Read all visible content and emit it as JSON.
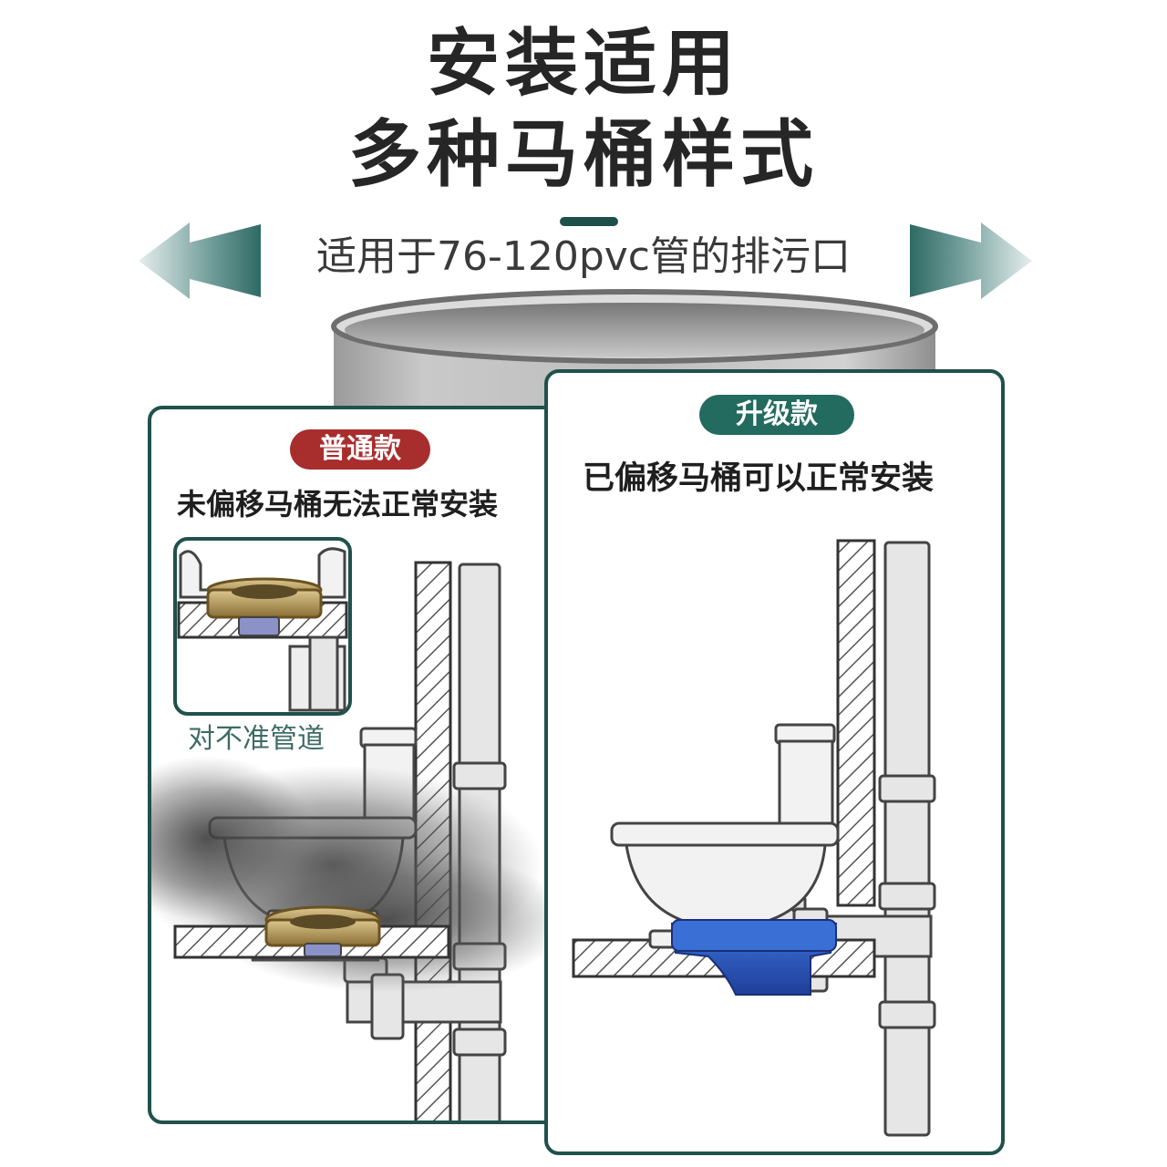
{
  "title_line1": "安装适用",
  "title_line2": "多种马桶样式",
  "subtitle": "适用于76-120pvc管的排污口",
  "left_card": {
    "badge": "普通款",
    "heading": "未偏移马桶无法正常安装",
    "note": "对不准管道"
  },
  "right_card": {
    "badge": "升级款",
    "heading": "已偏移马桶可以正常安装"
  },
  "colors": {
    "card_border": "#20514c",
    "badge_standard": "#a82d2d",
    "badge_upgrade": "#236a5f",
    "seal_blue": "#2f5fc4",
    "wax_ring": "#b49a5e"
  },
  "icons": [
    "arrow-left-icon",
    "arrow-right-icon"
  ]
}
